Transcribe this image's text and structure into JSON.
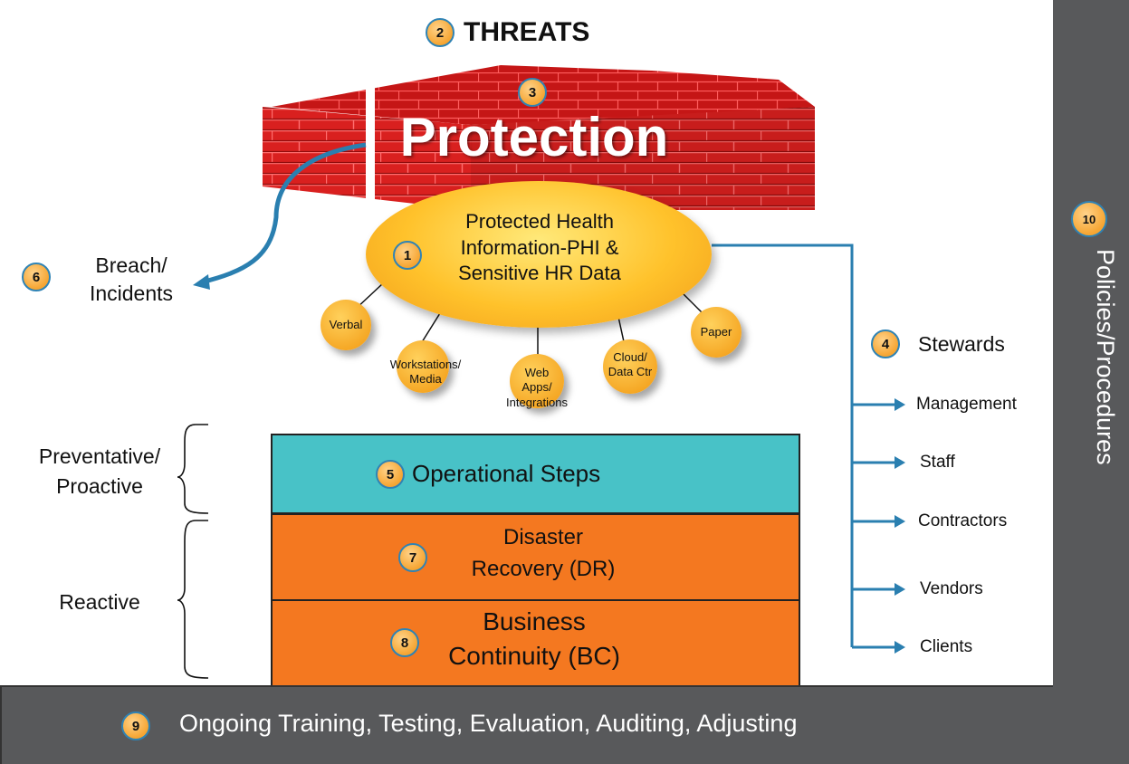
{
  "threats": {
    "badge": "2",
    "label": "THREATS"
  },
  "protection": {
    "badge": "3",
    "label": "Protection"
  },
  "phi": {
    "badge": "1",
    "line1": "Protected Health",
    "line2": "Information-PHI &",
    "line3": "Sensitive HR Data"
  },
  "breach": {
    "badge": "6",
    "line1": "Breach/",
    "line2": "Incidents"
  },
  "data_types": {
    "verbal": "Verbal",
    "workstations_1": "Workstations/",
    "workstations_2": "Media",
    "web_1": "Web",
    "web_2": "Apps/",
    "web_3": "Integrations",
    "cloud_1": "Cloud/",
    "cloud_2": "Data Ctr",
    "paper": "Paper"
  },
  "stewards": {
    "badge": "4",
    "label": "Stewards",
    "items": [
      "Management",
      "Staff",
      "Contractors",
      "Vendors",
      "Clients"
    ]
  },
  "policies": {
    "badge": "10",
    "label": "Policies/Procedures"
  },
  "brackets": {
    "preventative_1": "Preventative/",
    "preventative_2": "Proactive",
    "reactive": "Reactive"
  },
  "operational": {
    "badge": "5",
    "label": "Operational Steps"
  },
  "dr": {
    "badge": "7",
    "line1": "Disaster",
    "line2": "Recovery (DR)"
  },
  "bc": {
    "badge": "8",
    "line1": "Business",
    "line2": "Continuity (BC)"
  },
  "training": {
    "badge": "9",
    "label": "Ongoing Training, Testing, Evaluation, Auditing, Adjusting"
  },
  "colors": {
    "teal": "#48c2c7",
    "orange": "#f47820",
    "dark_gray": "#58595b",
    "brick_red": "#d71e1e",
    "arrow_blue": "#2a7fb0",
    "gold": "#f5a623"
  }
}
